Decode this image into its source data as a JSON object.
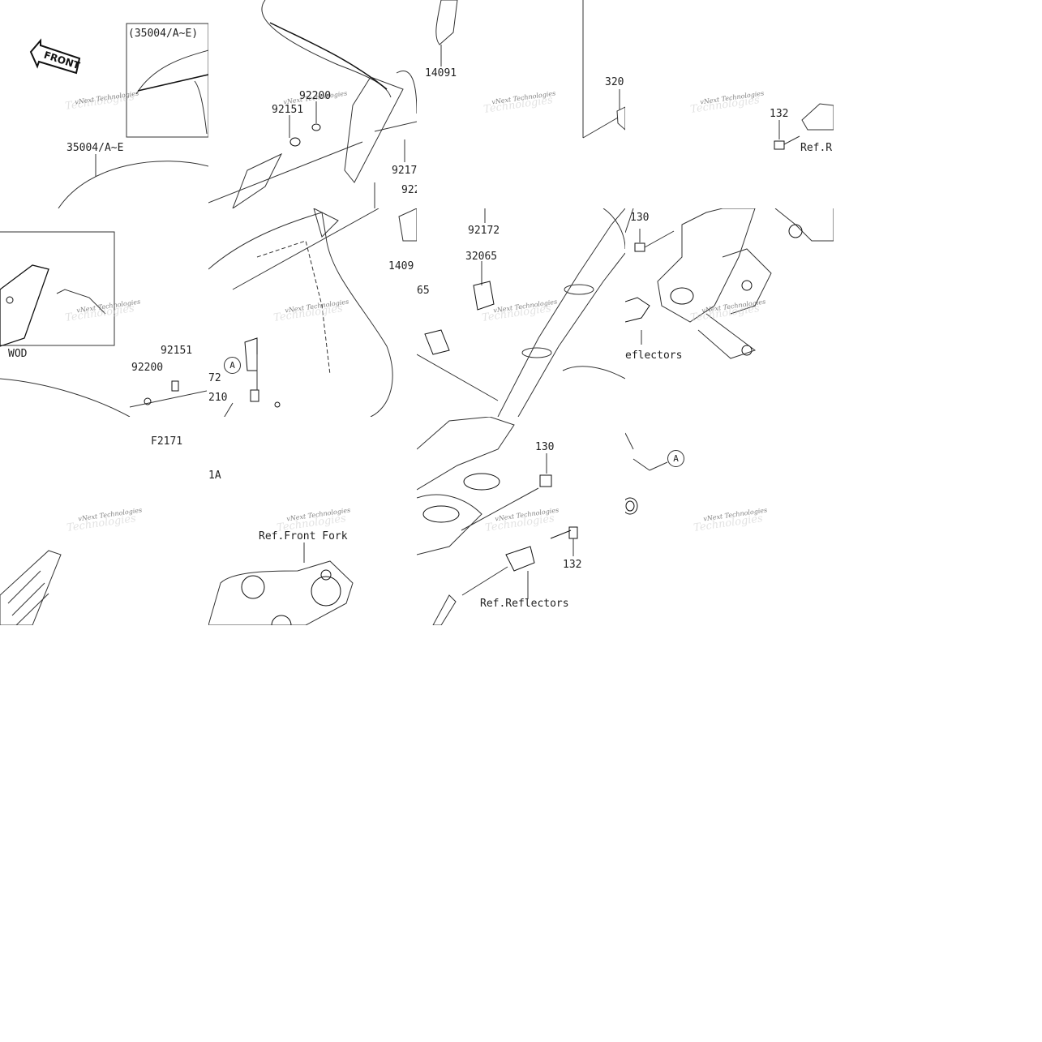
{
  "tiles": {
    "t00": {
      "labels": [
        "(35004/A~E)",
        "35004/A~E"
      ],
      "front_icon": "front-arrow-icon",
      "front_text": "FRONT",
      "watermark": "vNext Technologies"
    },
    "t01": {
      "labels": [
        "92200",
        "92151",
        "9217",
        "922"
      ],
      "watermark": "vNext Technologies"
    },
    "t02": {
      "labels": [
        "14091",
        "320"
      ],
      "watermark": "vNext Technologies"
    },
    "t03": {
      "labels": [
        "132",
        "Ref.R"
      ],
      "watermark": "vNext Technologies"
    },
    "t10": {
      "labels": [
        "WOD",
        "92151",
        "92200",
        "F2171"
      ],
      "watermark": "vNext Technologies"
    },
    "t11": {
      "labels": [
        "A",
        "72",
        "210",
        "1409",
        "1A"
      ],
      "watermark": "vNext Technologies"
    },
    "t12": {
      "labels": [
        "92172",
        "32065",
        "65"
      ],
      "watermark": "vNext Technologies"
    },
    "t13": {
      "labels": [
        "130",
        "eflectors"
      ],
      "watermark": "vNext Technologies"
    },
    "t20": {
      "watermark": "vNext Technologies"
    },
    "t21": {
      "labels": [
        "Ref.Front Fork"
      ],
      "watermark": "vNext Technologies"
    },
    "t22": {
      "labels": [
        "130",
        "132",
        "Ref.Reflectors"
      ],
      "watermark": "vNext Technologies"
    },
    "t23": {
      "labels": [
        "A"
      ],
      "watermark": "vNext Technologies"
    }
  }
}
